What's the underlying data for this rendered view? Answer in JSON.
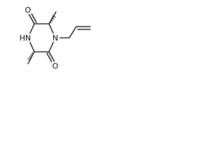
{
  "molecule": {
    "atoms": {
      "o_top": "O",
      "o_bottom": "O",
      "n_allyl": "N",
      "nh": "HN"
    }
  }
}
